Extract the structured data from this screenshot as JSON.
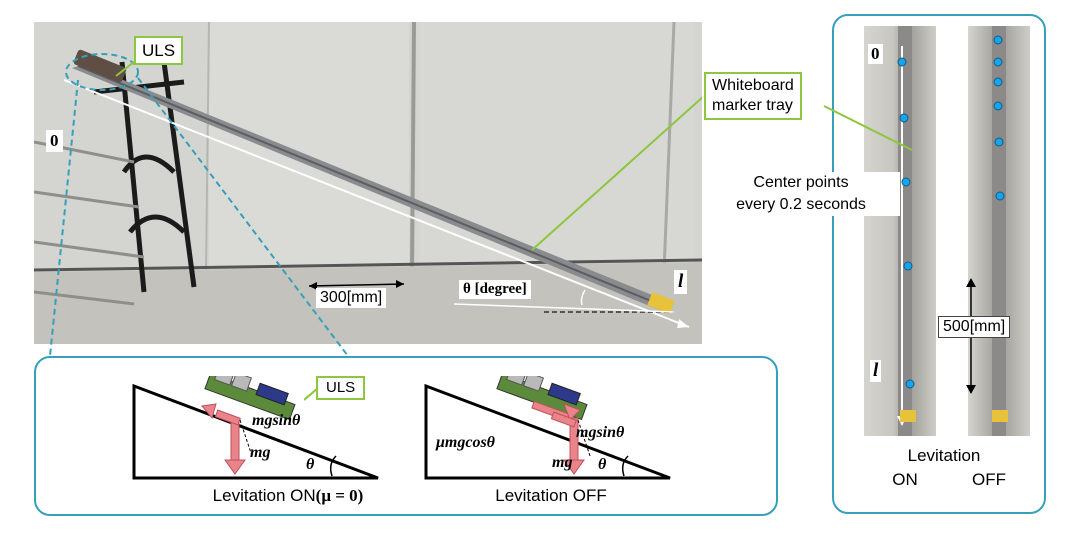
{
  "photo": {
    "uls_label": "ULS",
    "zero_label": "0",
    "l_label": "l",
    "tray_label_line1": "Whiteboard",
    "tray_label_line2": "marker tray",
    "distance_label": "300[mm]",
    "angle_label": "θ [degree]"
  },
  "diagrams": {
    "on": {
      "uls_label": "ULS",
      "force_parallel": "mgsinθ",
      "force_gravity": "mg",
      "angle": "θ",
      "caption_prefix": "Levitation ON",
      "caption_formula": "(μ = 0)"
    },
    "off": {
      "force_friction": "μmgcosθ",
      "force_parallel": "mgsinθ",
      "force_gravity": "mg",
      "angle": "θ",
      "caption": "Levitation OFF"
    }
  },
  "right_panel": {
    "zero_label": "0",
    "l_label": "l",
    "center_points_line1": "Center points",
    "center_points_line2": "every 0.2 seconds",
    "scale_label": "500[mm]",
    "caption_title": "Levitation",
    "caption_on": "ON",
    "caption_off": "OFF"
  },
  "colors": {
    "frame": "#35a0b8",
    "label_border": "#8dc63f",
    "force_arrow": "#e8848a",
    "marker": "#1aa3e8"
  }
}
